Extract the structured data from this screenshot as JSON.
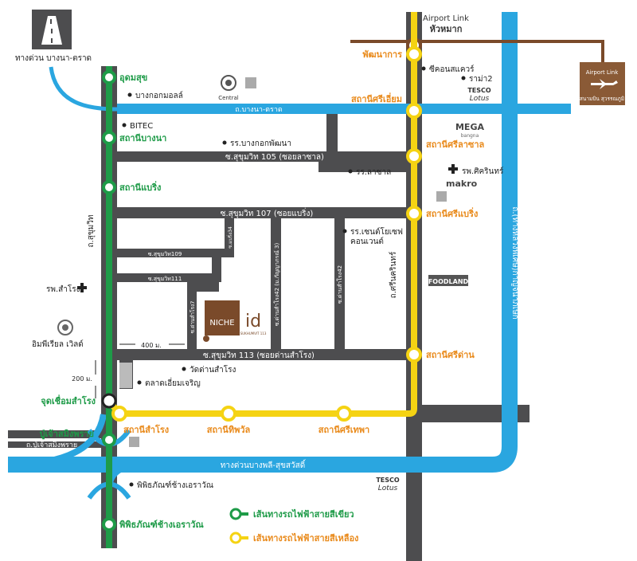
{
  "colors": {
    "road": "#4d4d4f",
    "highway": "#2aa6e0",
    "green_line": "#1e9b48",
    "yellow_line": "#f5d313",
    "airport_link": "#7a4a2a",
    "orange_label": "#e98a1b",
    "green_label": "#1e9b48"
  },
  "highway_sign": {
    "label": "ทางด่วน บางนา-ตราด"
  },
  "airport": {
    "line_label": "Airport Link",
    "station": "หัวหมาก",
    "box_label_en": "Airport Link",
    "box_label_th": "สนามบิน สุวรรณภูมิ"
  },
  "roads": {
    "bangna_trat": "ถ.บางนา-ตราด",
    "sukhumvit": "ถ.สุขุมวิท",
    "soi_105": "ซ.สุขุมวิท 105 (ซอยลาซาล)",
    "soi_107": "ซ.สุขุมวิท 107 (ซอยแบริ่ง)",
    "soi_113": "ซ.สุขุมวิท 113 (ซอยด่านสำโรง)",
    "soi_109": "ซ.สุขุมวิท109",
    "soi_111": "ซ.สุขุมวิท111",
    "soi_34": "ซ.แบริ่ง34",
    "soi_7": "ซ.ด่านสำโรง7",
    "soi_42": "ซ.ด่านสำโรง42",
    "soi_42_parens": "ซ.ด่านสำโรง42 (ม.กัญญาภรณ์ 3)",
    "srinakarin": "ถ.ศรีนครินทร์",
    "outer_ring": "ถ.(ทางหลวงพิเศษ)กาญจนาภิเษก",
    "expressway": "ทางด่วนบางพลี-สุขสวัสดิ์",
    "pujao_1": "ปู่เจ้าสมิงพราย",
    "pujao_2": "ถ.ปู่เจ้าสมิงพราย",
    "dist_400": "400 ม.",
    "dist_200": "200 ม."
  },
  "green_stations": {
    "udomsuk": "อุดมสุข",
    "bangna": "สถานีบางนา",
    "bearing": "สถานีแบริ่ง",
    "samrong": "จุดเชื่อมสำโรง",
    "pujao": "ปู่เจ้าสมิงพราย",
    "erawan": "พิพิธภัณฑ์ช้างเอราวัณ"
  },
  "yellow_stations": {
    "phatthanakan": "พัฒนาการ",
    "srieiam": "สถานีศรีเอี่ยม",
    "srilasal": "สถานีศรีลาซาล",
    "sribearing": "สถานีศรีแบริ่ง",
    "sridan": "สถานีศรีด่าน",
    "samrong": "สถานีสำโรง",
    "thipphawan": "สถานีทิพวัล",
    "sritepha": "สถานีศรีเทพา"
  },
  "landmarks": {
    "bangkok_mall": "บางกอกมอลล์",
    "central": "Central",
    "bitec": "BITEC",
    "bangkok_pattana": "รร.บางกอกพัฒนา",
    "seacon": "ซีคอนสแควร์",
    "rama2": "ราม่า2",
    "tesco": "TESCO",
    "lotus": "Lotus",
    "mega": "MEGA",
    "mega_sub": "bangna",
    "lasalle_school": "รร.ลาซาล",
    "sikarin_hospital": "รพ.ศิครินทร์",
    "makro": "makro",
    "st_joseph": "รร.เซนต์โยเซฟ",
    "convent": "คอนเวนต์",
    "foodland": "FOODLAND",
    "samrong_hospital": "รพ.สำโรง",
    "imperial": "อิมพีเรียล เวิลด์",
    "wat_dan_samrong": "วัดด่านสำโรง",
    "talad": "ตลาดเอี่ยมเจริญ",
    "museum": "พิพิธภัณฑ์ช้างเอราวัณ"
  },
  "project": {
    "name": "NICHE",
    "suffix": "id",
    "sub": "SUKHUMVIT 113"
  },
  "legend": {
    "green": "เส้นทางรถไฟฟ้าสายสีเขียว",
    "yellow": "เส้นทางรถไฟฟ้าสายสีเหลือง"
  }
}
